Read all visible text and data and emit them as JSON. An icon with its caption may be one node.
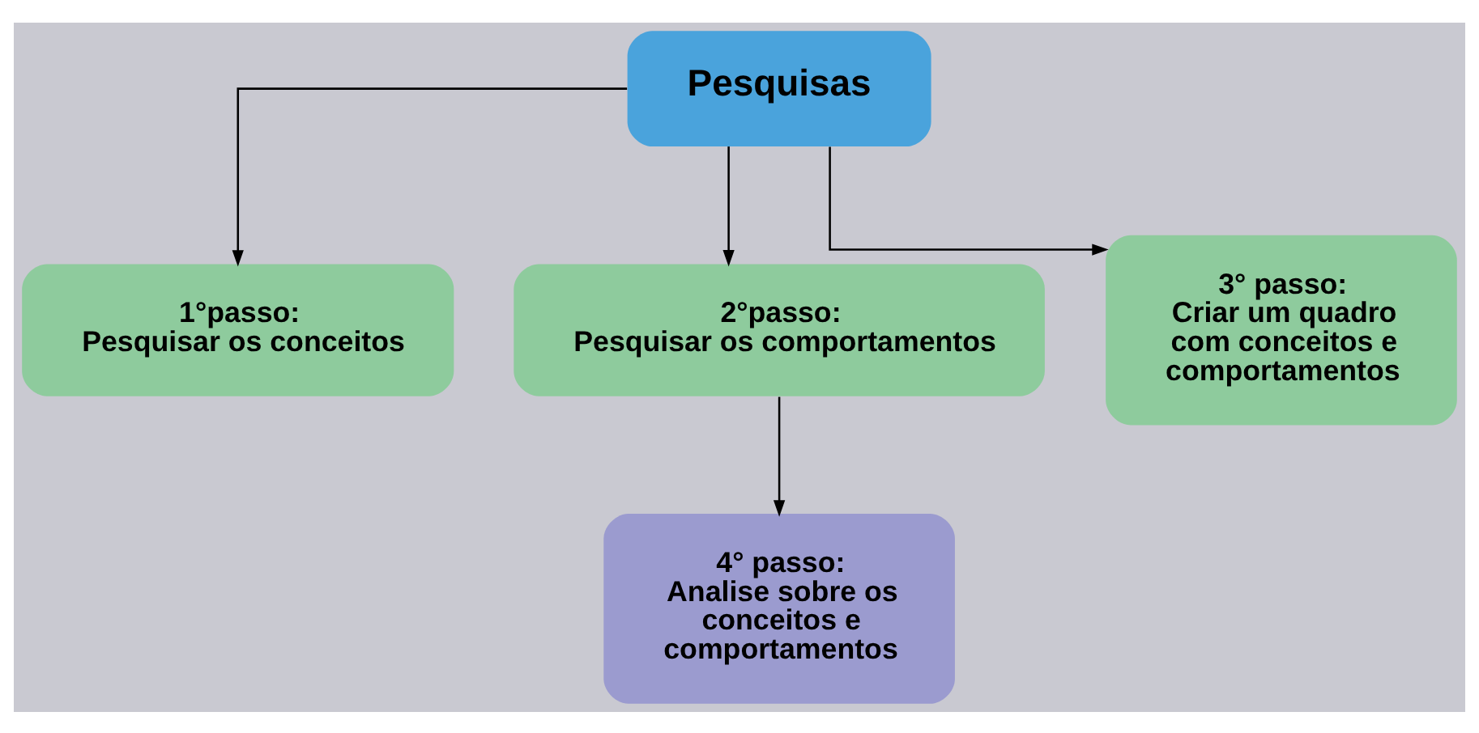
{
  "diagram": {
    "nodes": [
      {
        "text": [
          "Pesquisas"
        ]
      },
      {
        "text": [
          "1°passo:",
          "Pesquisar os conceitos"
        ]
      },
      {
        "text": [
          "2°passo:",
          "Pesquisar os comportamentos"
        ]
      },
      {
        "text": [
          "3° passo:",
          "Criar um quadro com conceitos e comportamentos"
        ]
      },
      {
        "text": [
          "4° passo:",
          "Analise sobre os conceitos e comportamentos"
        ]
      }
    ],
    "edges": [
      {
        "from": 0,
        "to": 1,
        "arrow": "to"
      },
      {
        "from": 0,
        "to": 2,
        "arrow": "to"
      },
      {
        "from": 0,
        "to": 3,
        "arrow": "to"
      },
      {
        "from": 2,
        "to": 4,
        "arrow": "to"
      }
    ]
  }
}
